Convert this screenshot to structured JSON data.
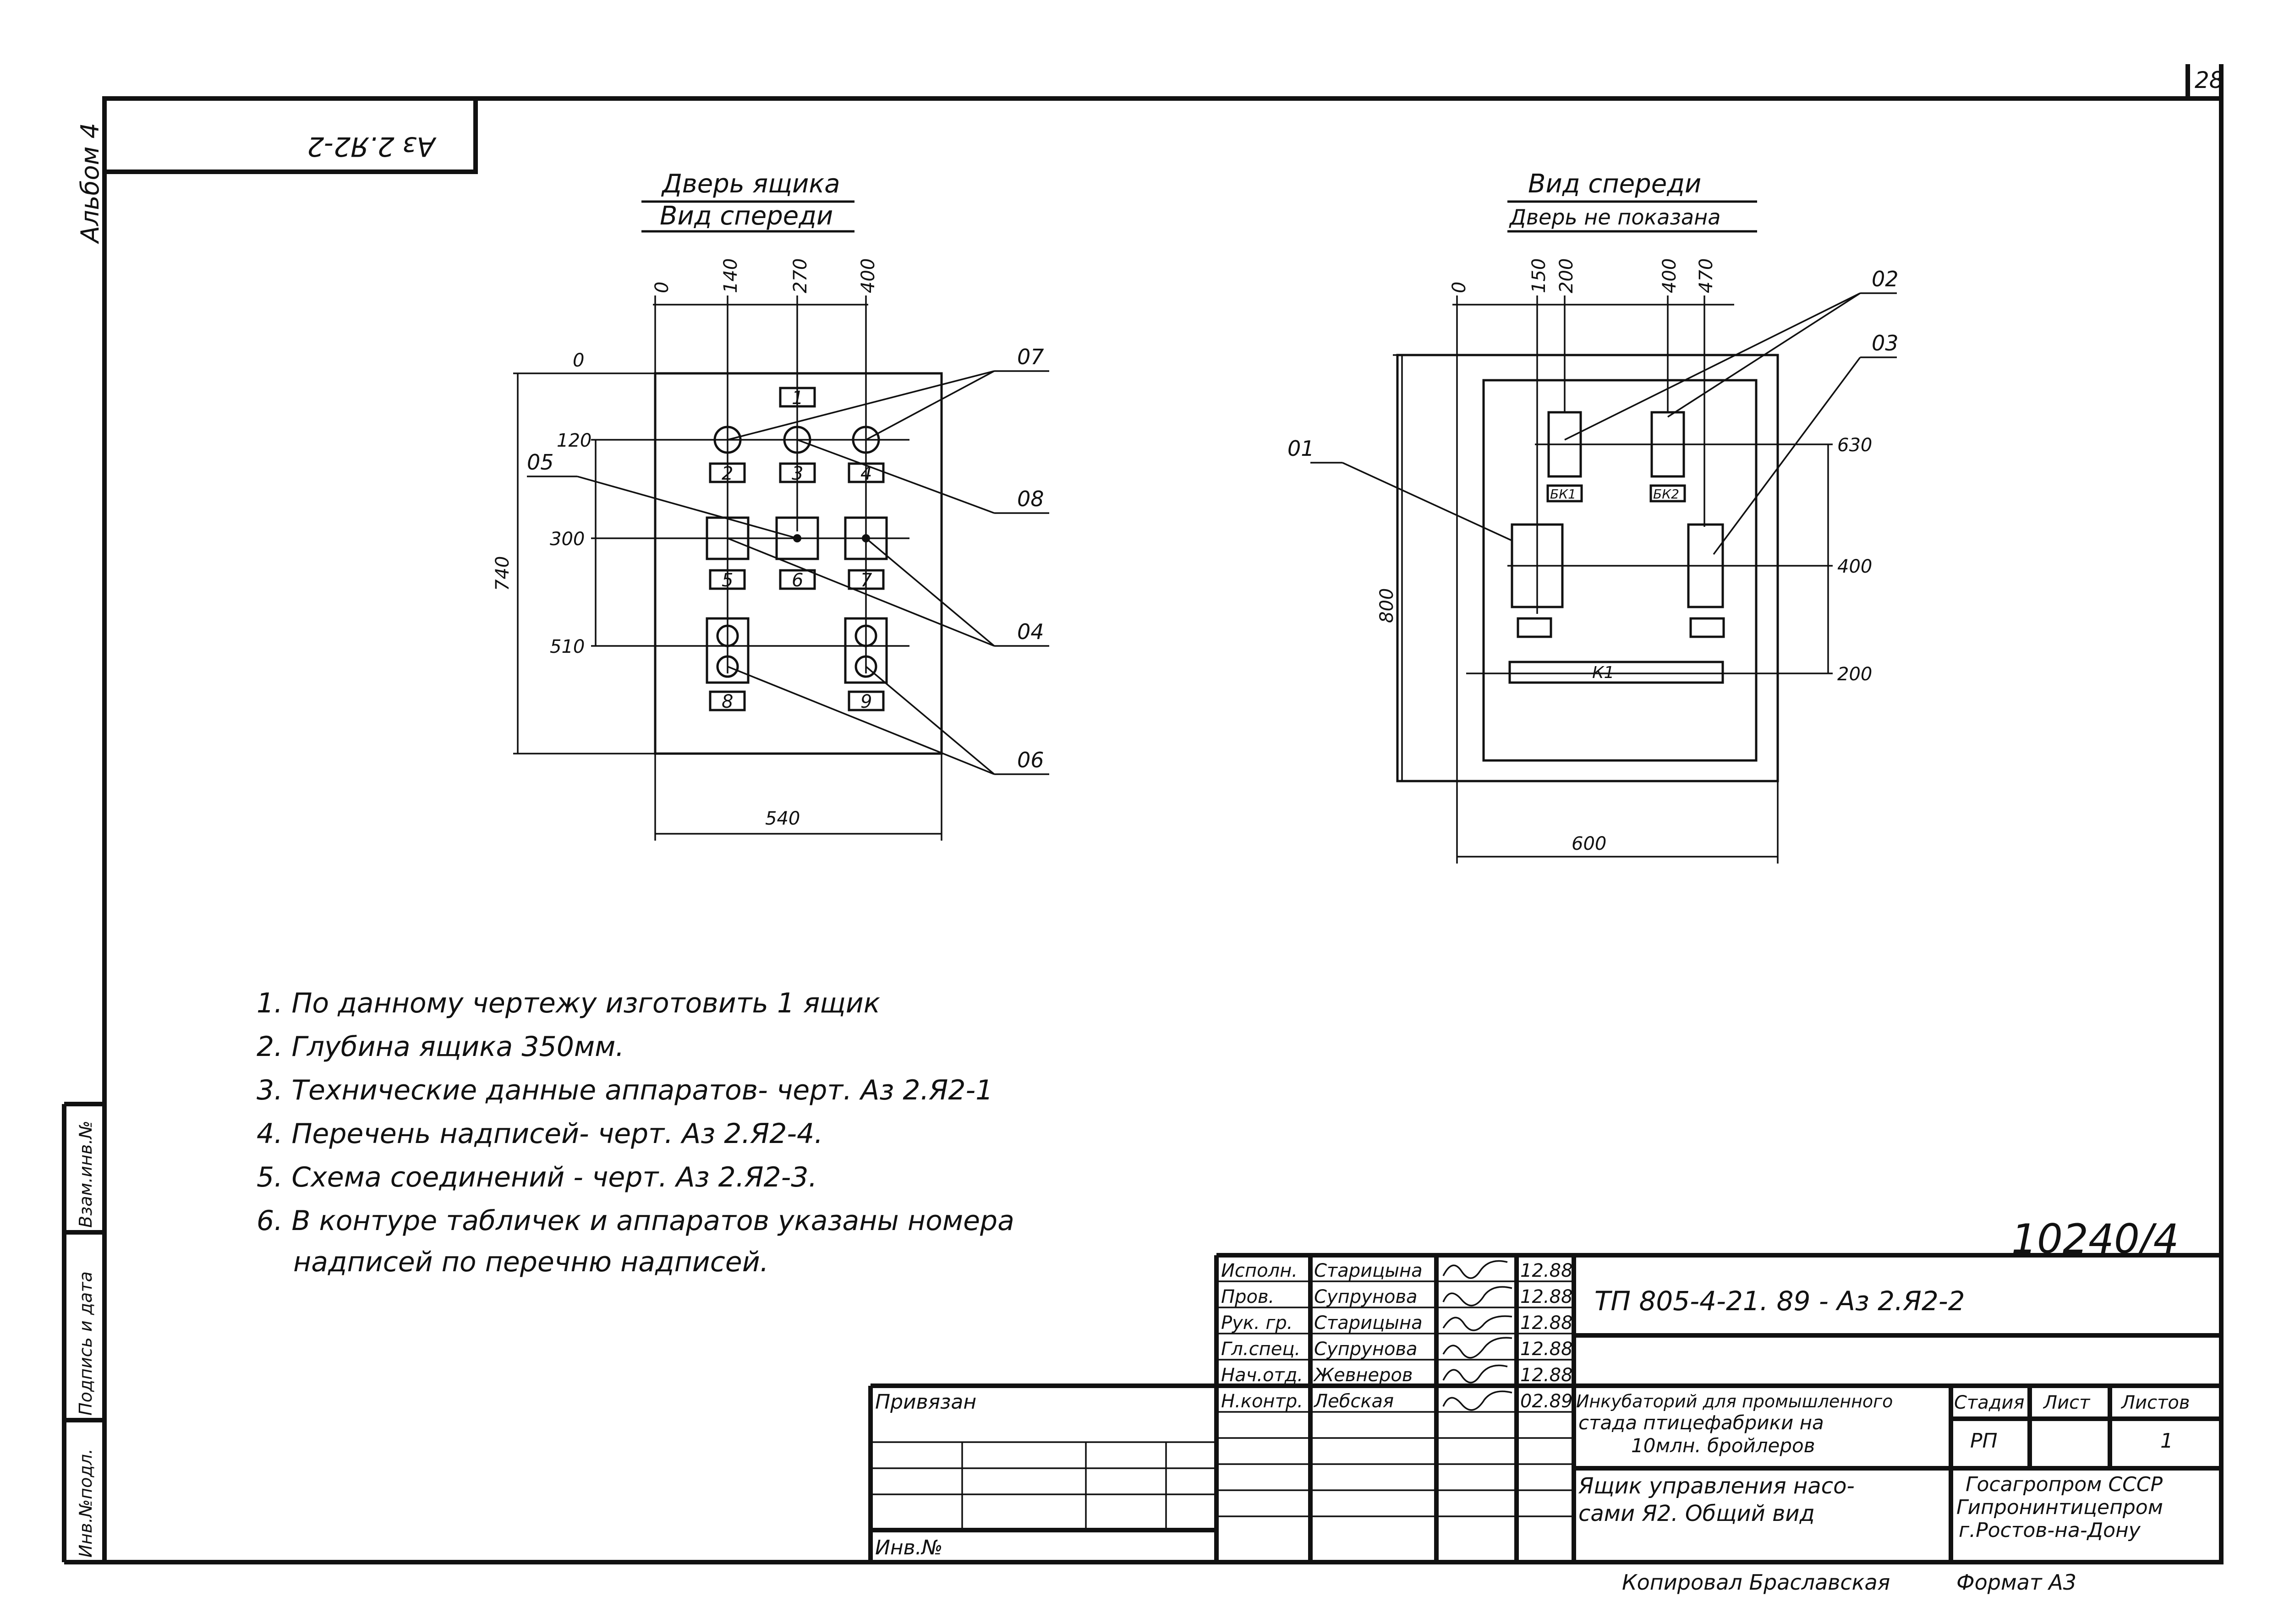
{
  "page_number": "28",
  "album": "Альбом 4",
  "top_code": "Аз 2.Я2-2",
  "copy_number": "10240/4",
  "door_view": {
    "title": "Дверь ящика",
    "subtitle": "Вид спереди",
    "top_dims": [
      "0",
      "140",
      "270",
      "400"
    ],
    "side_dims": [
      "0",
      "120",
      "300",
      "510"
    ],
    "height_dim": "740",
    "width_dim": "540",
    "plates": [
      "1",
      "2",
      "3",
      "4",
      "5",
      "6",
      "7",
      "8",
      "9"
    ],
    "callouts": [
      "07",
      "08",
      "04",
      "06",
      "05"
    ]
  },
  "front_view": {
    "title": "Вид спереди",
    "subtitle": "Дверь не показана",
    "top_dims": [
      "0",
      "150",
      "200",
      "400",
      "470"
    ],
    "right_dims": [
      "630",
      "400",
      "200"
    ],
    "height_dim": "800",
    "width_dim": "600",
    "labels": [
      "БК1",
      "БК2",
      "К1"
    ],
    "callouts": [
      "01",
      "02",
      "03"
    ]
  },
  "notes": [
    "1. По данному чертежу изготовить 1 ящик",
    "2. Глубина ящика 350мм.",
    "3. Технические данные аппаратов- черт. Аз 2.Я2-1",
    "4. Перечень надписей- черт. Аз 2.Я2-4.",
    "5. Схема соединений - черт. Аз 2.Я2-3.",
    "6. В контуре табличек и аппаратов указаны номера",
    "надписей по перечню надписей."
  ],
  "side_stamp": [
    "Взам.инв.№",
    "Подпись и дата",
    "Инв.№подл."
  ],
  "title_block": {
    "rows": [
      {
        "role": "Исполн.",
        "name": "Старицына",
        "date": "12.88"
      },
      {
        "role": "Пров.",
        "name": "Супрунова",
        "date": "12.88"
      },
      {
        "role": "Рук. гр.",
        "name": "Старицына",
        "date": "12.88"
      },
      {
        "role": "Гл.спец.",
        "name": "Супрунова",
        "date": "12.88"
      },
      {
        "role": "Нач.отд.",
        "name": "Жевнеров",
        "date": "12.88"
      },
      {
        "role": "Н.контр.",
        "name": "Лебская",
        "date": "02.89"
      }
    ],
    "doc_code": "ТП 805-4-21. 89 - Аз 2.Я2-2",
    "project_lines": [
      "Инкубаторий для промышленного",
      "стада птицефабрики на",
      "10млн. бройлеров"
    ],
    "drawing_lines": [
      "Ящик управления насо-",
      "сами Я2. Общий вид"
    ],
    "stage_header": "Стадия",
    "sheet_header": "Лист",
    "sheets_header": "Листов",
    "stage": "РП",
    "sheet": "",
    "sheets": "1",
    "org_lines": [
      "Госагропром СССР",
      "Гипронинтицепром",
      "г.Ростов-на-Дону"
    ],
    "tied_label": "Привязан",
    "inv_label": "Инв.№",
    "copied_by": "Копировал Браславская",
    "format": "Формат А3"
  }
}
